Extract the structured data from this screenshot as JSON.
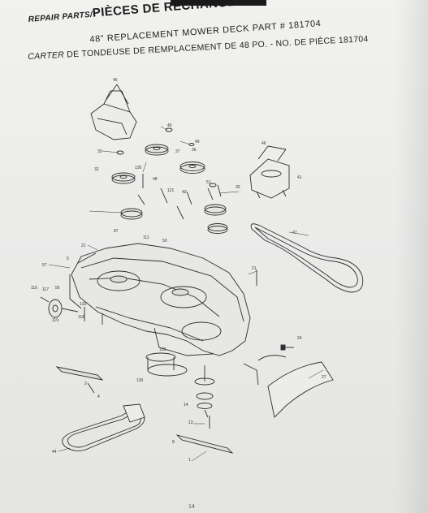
{
  "header": {
    "repair_parts": "REPAIR PARTS/",
    "pieces": "PIÈCES DE RECHANGE",
    "subtitle_en": "48\" REPLACEMENT MOWER DECK PART # 181704",
    "carter": "CARTER",
    "subtitle_fr": " DE TONDEUSE DE REMPLACEMENT DE 48 PO. - NO. DE PIÈCE 181704"
  },
  "page_number": "14",
  "callouts": {
    "c46a": "46",
    "c45": "45",
    "c33": "33",
    "c49": "49",
    "c36": "36",
    "c32": "32",
    "c130": "130",
    "c37": "37",
    "c46b": "46",
    "c41": "41",
    "c51": "51",
    "c30": "30",
    "c48": "48",
    "c121": "121",
    "c42": "42",
    "c47": "47",
    "c87": "87",
    "c111": "111",
    "c50": "50",
    "c21a": "21",
    "c57": "57",
    "c5": "5",
    "c116": "116",
    "c117": "117",
    "c56": "56",
    "c119": "119",
    "c118": "118",
    "c133": "133",
    "c21b": "21",
    "c24": "24",
    "c27": "27",
    "c13": "13",
    "c14": "14",
    "c1": "1",
    "c2": "2",
    "c4": "4",
    "c8": "8",
    "c44": "44",
    "c130b": "130",
    "c120": "120"
  }
}
